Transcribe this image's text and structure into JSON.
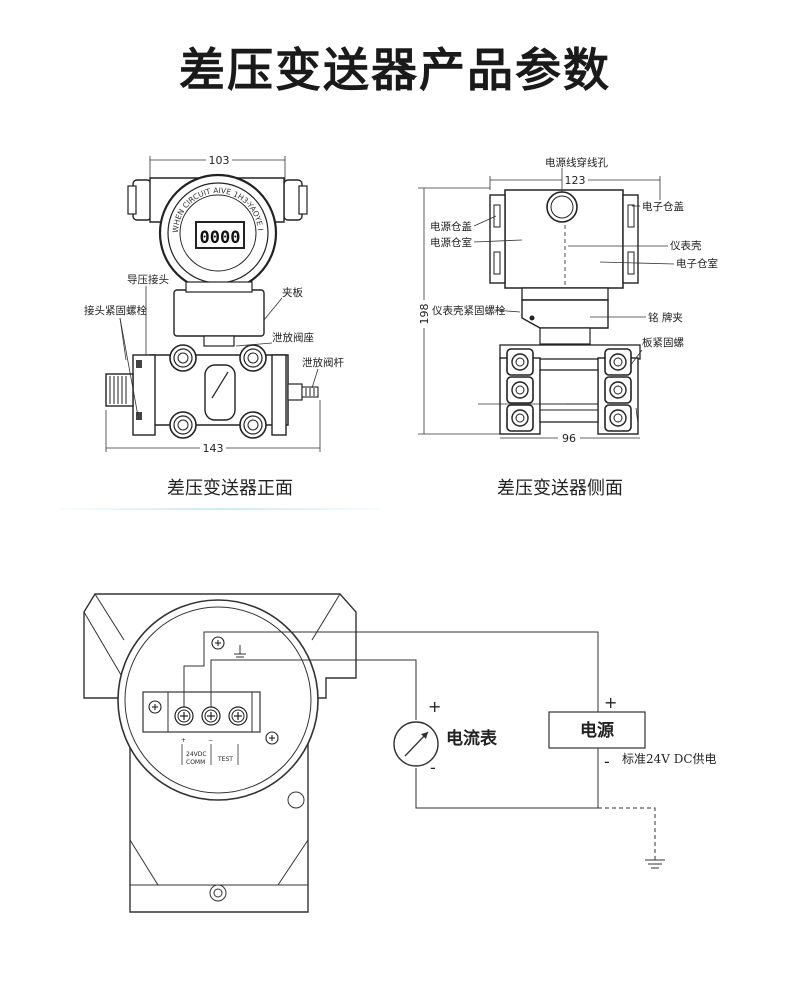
{
  "title": "差压变送器产品参数",
  "captions": {
    "front": "差压变送器正面",
    "side": "差压变送器侧面"
  },
  "front": {
    "dim_width_top": "103",
    "dim_width_bottom": "143",
    "display_digits": "0000",
    "dial_text": "WHEN CIRCUIT AIVE 1H3-YAOYE IPLOSIVE THOSPHERE",
    "labels": {
      "pressure_joint": "导压接头",
      "joint_bolt": "接头紧固螺栓",
      "clamp_plate": "夹板",
      "vent_seat": "泄放阀座",
      "vent_stem": "泄放阀杆"
    }
  },
  "side": {
    "dim_width_top": "123",
    "dim_height": "198",
    "dim_width_bottom": "96",
    "labels": {
      "cable_hole": "电源线穿线孔",
      "power_cover": "电源仓盖",
      "power_chamber": "电源仓室",
      "electronics_cover": "电子仓盖",
      "housing": "仪表壳",
      "electronics_chamber": "电子仓室",
      "housing_bolt": "仪表壳紧固螺栓",
      "nameplate": "铭 牌夹",
      "plate_nut": "板紧固螺"
    }
  },
  "wiring": {
    "ammeter": "电流表",
    "power_source": "电源",
    "supply_note": "标准24V DC供电",
    "plus": "+",
    "minus": "-",
    "terminal_24vdc": "24VDC",
    "terminal_comm": "COMM",
    "terminal_test": "TEST"
  }
}
